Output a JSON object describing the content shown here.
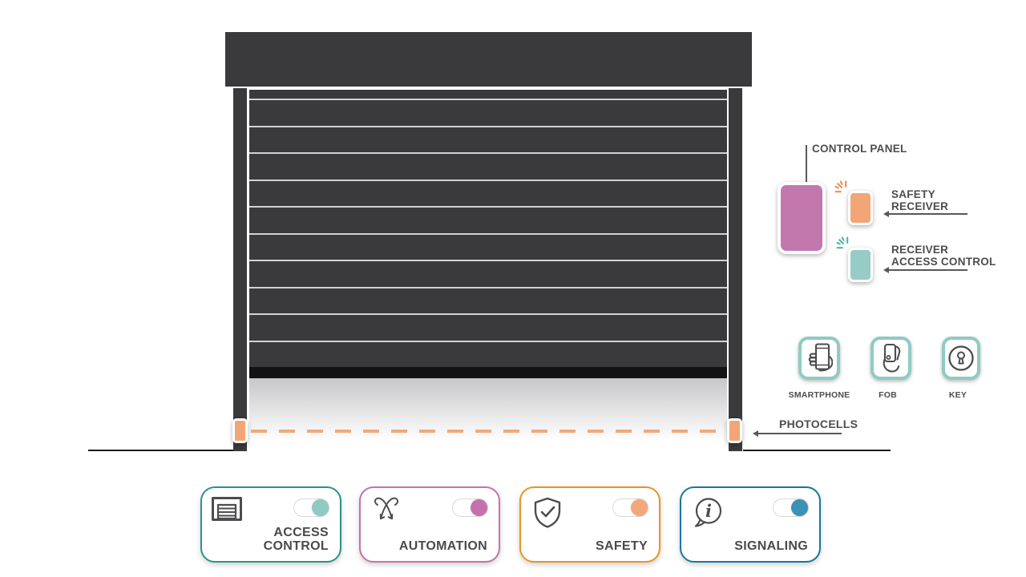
{
  "colors": {
    "door_dark": "#3a3a3c",
    "door_slat_line": "#d2d2d4",
    "door_bottom_bar": "#121214",
    "accent_orange": "#f2a576",
    "sparkle_orange": "#ef8b50",
    "accent_pink": "#c277ad",
    "accent_teal": "#96ccc5",
    "sparkle_teal": "#4fb3a9",
    "icon_tile_border": "#8fcbc3",
    "label_gray": "#4d4d4f",
    "arrow_gray": "#58585a"
  },
  "annotations": {
    "control_panel": {
      "label": "CONTROL PANEL"
    },
    "safety_receiver": {
      "label_line1": "SAFETY",
      "label_line2": "RECEIVER"
    },
    "receiver_access_control": {
      "label_line1": "RECEIVER",
      "label_line2": "ACCESS CONTROL"
    },
    "photocells": {
      "label": "PHOTOCELLS"
    }
  },
  "access_methods": [
    {
      "label": "SMARTPHONE",
      "icon": "smartphone-in-hand-icon"
    },
    {
      "label": "FOB",
      "icon": "fob-in-hand-icon"
    },
    {
      "label": "KEY",
      "icon": "key-icon"
    }
  ],
  "feature_cards": [
    {
      "label_line1": "ACCESS",
      "label_line2": "CONTROL",
      "icon": "garage-door-icon",
      "border_color": "#2a9488",
      "toggle_color": "#8ecac2",
      "toggle_state": "on"
    },
    {
      "label_line1": "AUTOMATION",
      "label_line2": "",
      "icon": "automation-orbit-icon",
      "border_color": "#c571ae",
      "toggle_color": "#c571ae",
      "toggle_state": "on"
    },
    {
      "label_line1": "SAFETY",
      "label_line2": "",
      "icon": "shield-check-icon",
      "border_color": "#ea9421",
      "toggle_color": "#f3a87c",
      "toggle_state": "on"
    },
    {
      "label_line1": "SIGNALING",
      "label_line2": "",
      "icon": "speech-bubble-info-icon",
      "border_color": "#17789f",
      "toggle_color": "#3a92b4",
      "toggle_state": "on"
    }
  ]
}
